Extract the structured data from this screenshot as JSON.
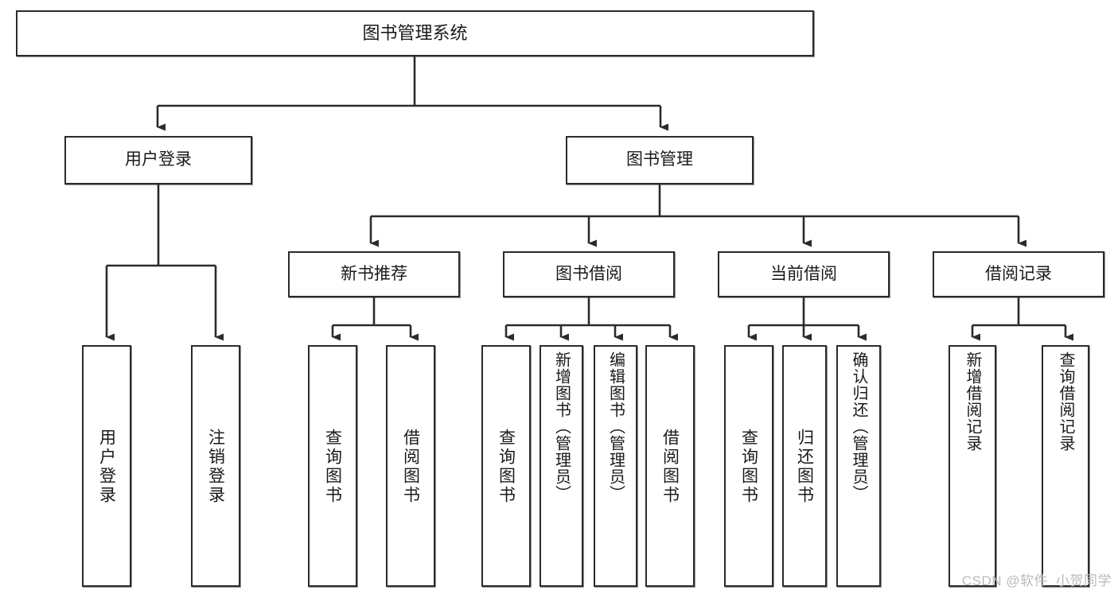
{
  "diagram": {
    "title": "图书管理系统",
    "type": "tree-hierarchy-diagram",
    "style": {
      "box_border_color": "#2b2b2b",
      "box_fill_color": "#ffffff",
      "line_color": "#2b2b2b",
      "text_color": "#1a1a1a",
      "background": "#ffffff"
    },
    "root": {
      "label": "图书管理系统"
    },
    "level2": [
      {
        "label": "用户登录"
      },
      {
        "label": "图书管理"
      }
    ],
    "level3": [
      {
        "label": "新书推荐"
      },
      {
        "label": "图书借阅"
      },
      {
        "label": "当前借阅"
      },
      {
        "label": "借阅记录"
      }
    ],
    "leaves": {
      "user_login": [
        {
          "label": "用户登录"
        },
        {
          "label": "注销登录"
        }
      ],
      "new_book_recommend": [
        {
          "label": "查询图书"
        },
        {
          "label": "借阅图书"
        }
      ],
      "book_borrow": [
        {
          "label": "查询图书"
        },
        {
          "label": "新增图书（管理员）"
        },
        {
          "label": "编辑图书（管理员）"
        },
        {
          "label": "借阅图书"
        }
      ],
      "current_borrow": [
        {
          "label": "查询图书"
        },
        {
          "label": "归还图书"
        },
        {
          "label": "确认归还（管理员）"
        }
      ],
      "borrow_record": [
        {
          "label": "新增借阅记录"
        },
        {
          "label": "查询借阅记录"
        }
      ]
    }
  },
  "watermark": {
    "text": "CSDN @软件_小贺同学"
  }
}
